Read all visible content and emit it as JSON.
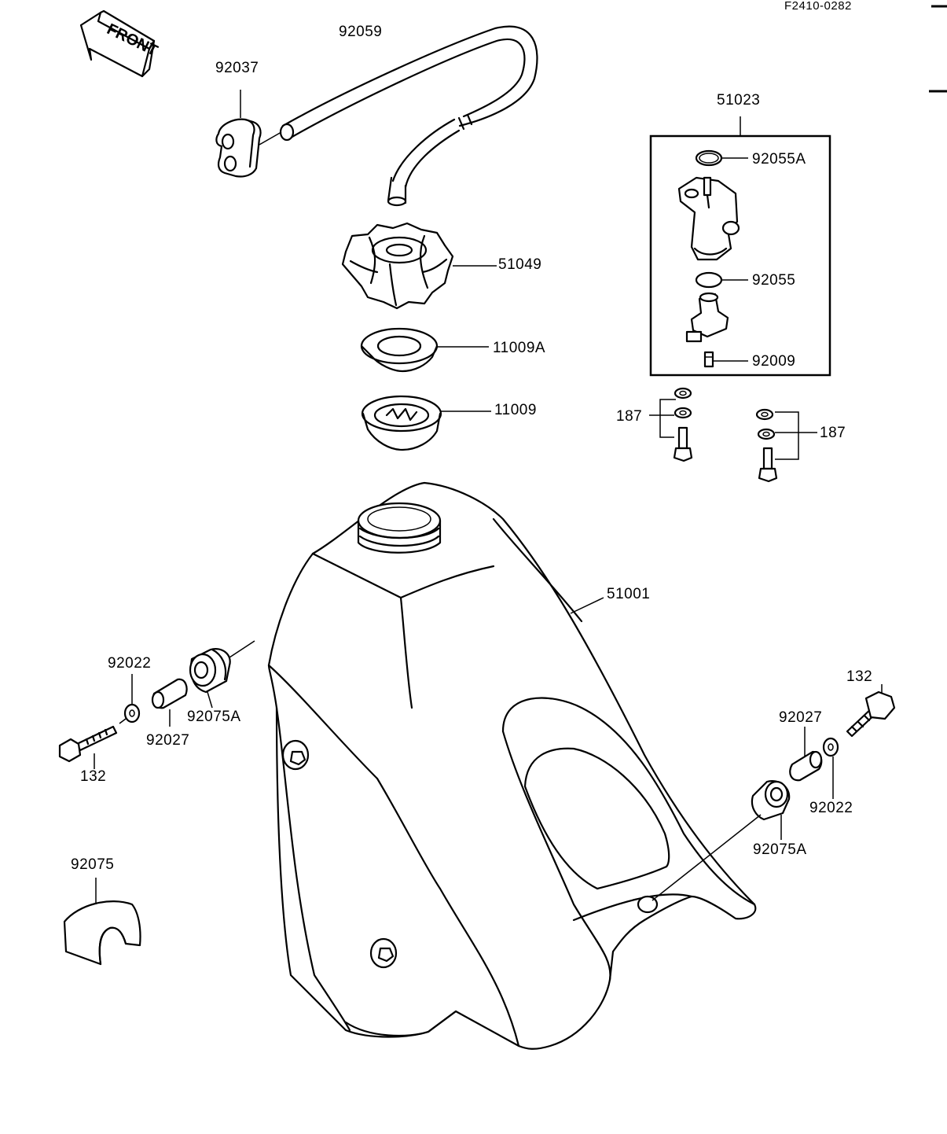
{
  "figure_code": "F2410-0282",
  "front_label": "FRONT",
  "labels": {
    "p92059": "92059",
    "p92037": "92037",
    "p51023": "51023",
    "p92055A": "92055A",
    "p51049": "51049",
    "p92055": "92055",
    "p11009A": "11009A",
    "p92009": "92009",
    "p11009": "11009",
    "p187_left": "187",
    "p187_right": "187",
    "p51001": "51001",
    "p92022_left": "92022",
    "p92075A_left": "92075A",
    "p92027_left": "92027",
    "p132_left": "132",
    "p132_right": "132",
    "p92027_right": "92027",
    "p92022_right": "92022",
    "p92075A_right": "92075A",
    "p92075": "92075"
  }
}
